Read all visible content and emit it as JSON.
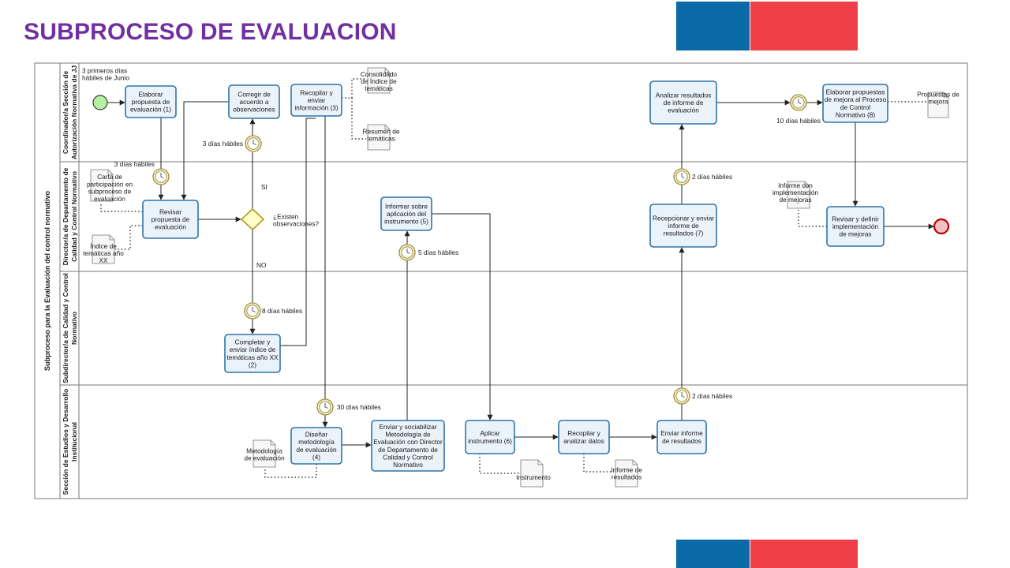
{
  "slide": {
    "title": "SUBPROCESO DE EVALUACION",
    "colors": {
      "title": "#7030a0",
      "flag_blue": "#0a6aa8",
      "flag_red": "#ef4047",
      "task_border": "#2e74a8"
    }
  },
  "diagram": {
    "pool_label": "Subproceso para la Evaluación del control normativo",
    "lanes": [
      {
        "id": "coord",
        "label_lines": [
          "Coordinador/a Sección de",
          "Autorización Normativa de JJ"
        ]
      },
      {
        "id": "director",
        "label_lines": [
          "Director/a de Departamento de",
          "Calidad y Control Normativo"
        ]
      },
      {
        "id": "subdirector",
        "label_lines": [
          "Subdirector/a de Calidad y Control",
          "Normativo"
        ]
      },
      {
        "id": "estudios",
        "label_lines": [
          "Sección de Estudios y Desarrollo",
          "Institucional"
        ]
      }
    ],
    "tasks": [
      {
        "id": "t1",
        "lines": [
          "Elaborar",
          "propuesta de",
          "evaluación (1)"
        ]
      },
      {
        "id": "t_corregir",
        "lines": [
          "Corregir de",
          "acuerdo a",
          "observaciones"
        ]
      },
      {
        "id": "t3",
        "lines": [
          "Recopilar y",
          "enviar",
          "información (3)"
        ]
      },
      {
        "id": "t_analizar",
        "lines": [
          "Analizar resultados",
          "de informe de",
          "evaluación"
        ]
      },
      {
        "id": "t8",
        "lines": [
          "Elaborar propuestas",
          "de mejora al Proceso",
          "de Control",
          "Normativo (8)"
        ]
      },
      {
        "id": "t_revisar",
        "lines": [
          "Revisar",
          "propuesta de",
          "evaluación"
        ]
      },
      {
        "id": "t5",
        "lines": [
          "Informar sobre",
          "aplicación del",
          "instrumento (5)"
        ]
      },
      {
        "id": "t7",
        "lines": [
          "Recepcionar y enviar",
          "informe de",
          "resultados (7)"
        ]
      },
      {
        "id": "t_definir",
        "lines": [
          "Revisar y definir",
          "implementación",
          "de mejoras"
        ]
      },
      {
        "id": "t2",
        "lines": [
          "Completar y",
          "enviar índice de",
          "temáticas año XX",
          "(2)"
        ]
      },
      {
        "id": "t4",
        "lines": [
          "Diseñar",
          "metodología",
          "de evaluación",
          "(4)"
        ]
      },
      {
        "id": "t_socializar",
        "lines": [
          "Enviar y sociabilizar",
          "Metodología de",
          "Evaluación con Director",
          "de Departamento de",
          "Calidad y Control",
          "Normativo"
        ]
      },
      {
        "id": "t6",
        "lines": [
          "Aplicar",
          "instrumento (6)"
        ]
      },
      {
        "id": "t_recopilar_datos",
        "lines": [
          "Recopilar y",
          "analizar datos"
        ]
      },
      {
        "id": "t_enviar_informe",
        "lines": [
          "Enviar informe",
          "de resultados"
        ]
      }
    ],
    "gateway": {
      "question_lines": [
        "¿Existen",
        "observaciones?"
      ],
      "yes": "SI",
      "no": "NO"
    },
    "timers": [
      {
        "id": "tm1",
        "label": "3 días hábiles"
      },
      {
        "id": "tm2",
        "label": "3 días hábiles"
      },
      {
        "id": "tm3",
        "label": "8 días hábiles"
      },
      {
        "id": "tm4",
        "label": "30 días hábiles"
      },
      {
        "id": "tm5",
        "label": "5 días hábiles"
      },
      {
        "id": "tm6",
        "label": "2 días hábiles"
      },
      {
        "id": "tm7",
        "label": "2 días hábiles"
      },
      {
        "id": "tm8",
        "label": "10 días hábiles"
      }
    ],
    "start_note_lines": [
      "3 primeros días",
      "hábiles de Junio"
    ],
    "documents": [
      {
        "id": "d_consolidado",
        "lines": [
          "Consolidado",
          "de Índice de",
          "temáticas"
        ]
      },
      {
        "id": "d_resumen",
        "lines": [
          "Resumen de",
          "temáticas"
        ]
      },
      {
        "id": "d_propuestas",
        "lines": [
          "Propuestas de",
          "mejora"
        ]
      },
      {
        "id": "d_carta",
        "lines": [
          "Carta de",
          "participación en",
          "subproceso de",
          "evaluación"
        ]
      },
      {
        "id": "d_indice",
        "lines": [
          "Índice de",
          "temáticas año",
          "XX"
        ]
      },
      {
        "id": "d_informe_impl",
        "lines": [
          "Informe con",
          "implementación",
          "de mejoras"
        ]
      },
      {
        "id": "d_metodologia",
        "lines": [
          "Metodología",
          "de evaluación"
        ]
      },
      {
        "id": "d_instrumento",
        "lines": [
          "Instrumento"
        ]
      },
      {
        "id": "d_informe_res",
        "lines": [
          "Informe de",
          "resultados"
        ]
      }
    ]
  }
}
